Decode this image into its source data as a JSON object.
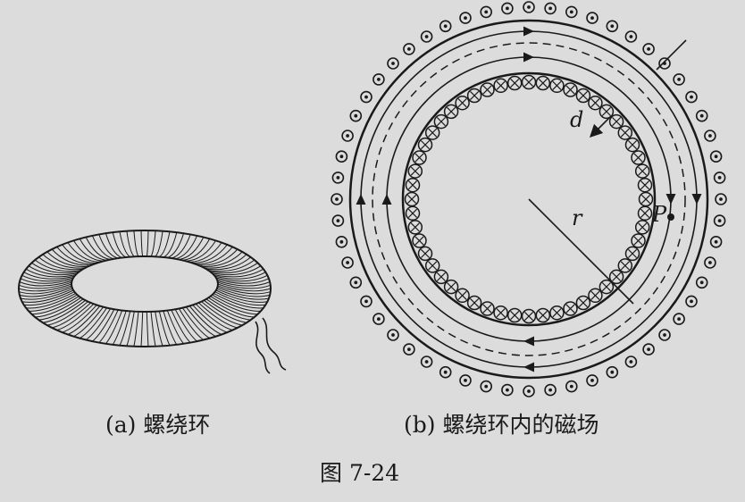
{
  "figure": {
    "caption_a": "(a) 螺绕环",
    "caption_b": "(b) 螺绕环内的磁场",
    "figure_number": "图 7-24",
    "labels": {
      "d": "d",
      "r": "r",
      "P": "P"
    }
  },
  "colors": {
    "ink": "#1a1a1a",
    "paper": "#dcdcdc"
  }
}
